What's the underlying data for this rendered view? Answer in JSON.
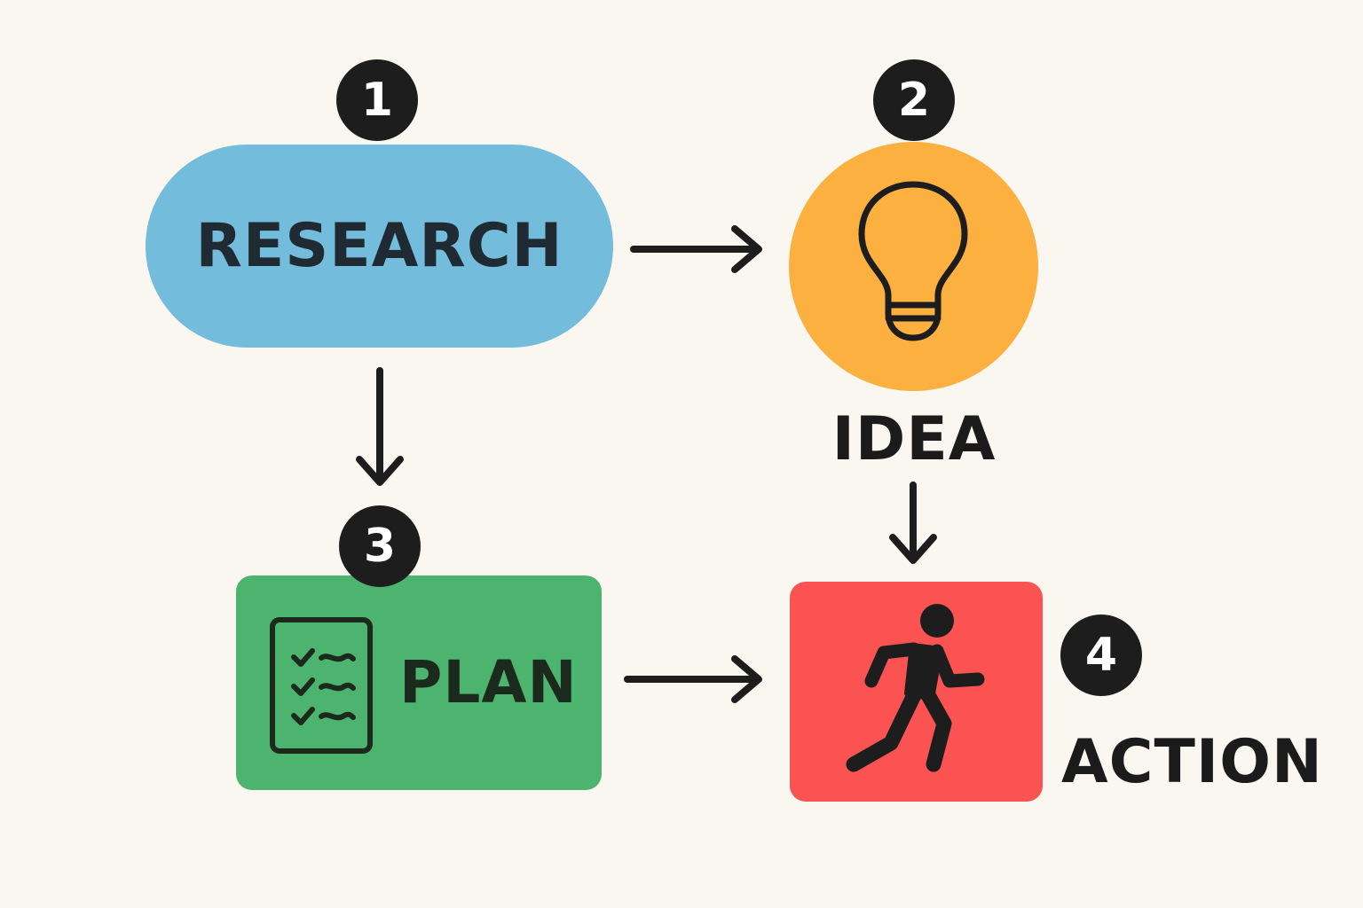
{
  "colors": {
    "background": "#faf7f1",
    "research": "#74bcdc",
    "idea": "#fbb040",
    "plan": "#4cb46e",
    "action": "#fb5252",
    "ink": "#1d1d1d"
  },
  "steps": [
    {
      "number": "1",
      "label": "RESEARCH",
      "icon": ""
    },
    {
      "number": "2",
      "label": "IDEA",
      "icon": "lightbulb-icon"
    },
    {
      "number": "3",
      "label": "PLAN",
      "icon": "checklist-icon"
    },
    {
      "number": "4",
      "label": "ACTION",
      "icon": "running-person-icon"
    }
  ],
  "connections": [
    {
      "from": "RESEARCH",
      "to": "IDEA"
    },
    {
      "from": "RESEARCH",
      "to": "PLAN"
    },
    {
      "from": "IDEA",
      "to": "ACTION"
    },
    {
      "from": "PLAN",
      "to": "ACTION"
    }
  ]
}
